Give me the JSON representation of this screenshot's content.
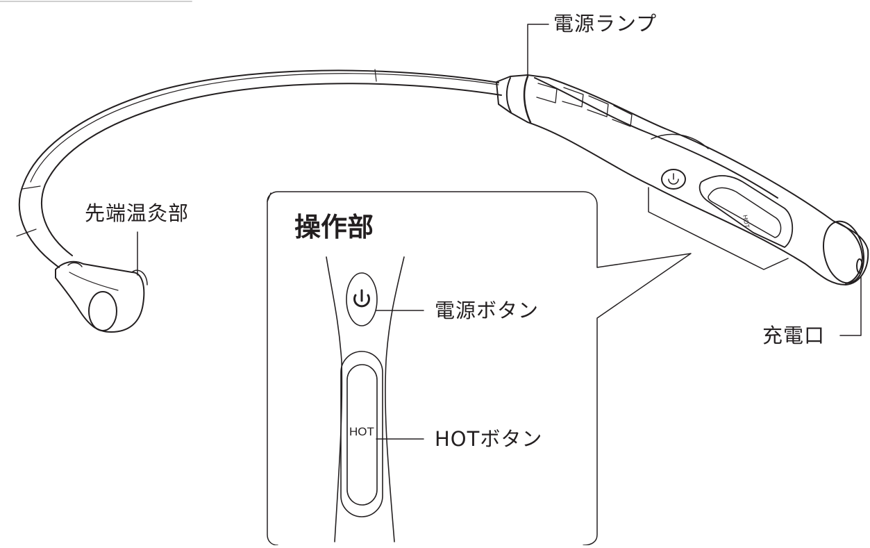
{
  "labels": {
    "power_lamp": "電源ランプ",
    "tip_heater": "先端温灸部",
    "charge_port": "充電口",
    "operation_title": "操作部",
    "power_button": "電源ボタン",
    "hot_button": "HOTボタン",
    "hot_text": "HOT"
  },
  "icons": {
    "power": "power-symbol"
  },
  "colors": {
    "line": "#231f20",
    "background": "#ffffff"
  }
}
